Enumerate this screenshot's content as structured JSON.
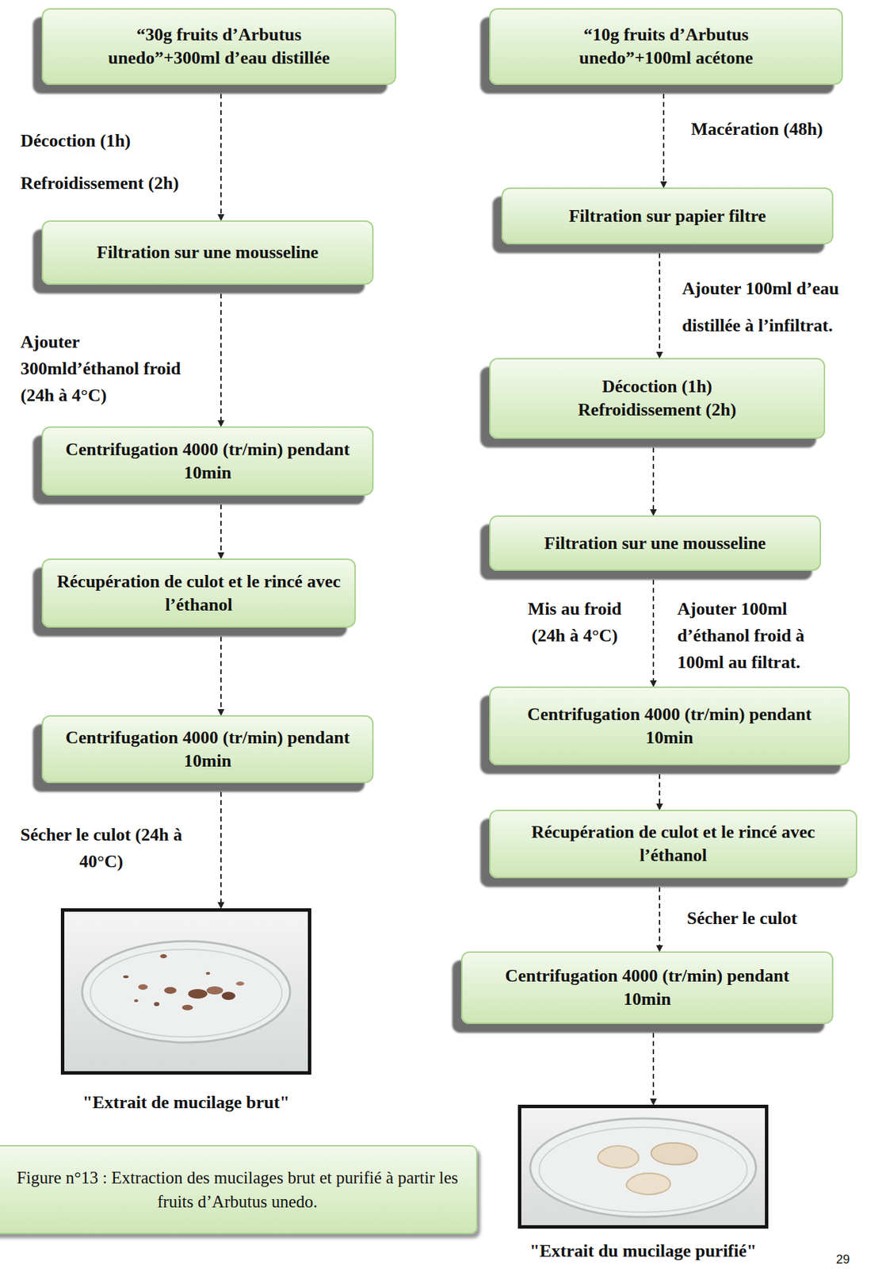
{
  "diagram": {
    "caption": "Figure n°13 : Extraction des mucilages brut et purifié à partir les fruits d’Arbutus unedo.",
    "nodes": [
      {
        "text": [
          "“30g fruits d’Arbutus unedo”+300ml d’eau distillée"
        ]
      },
      {
        "text": [
          "Filtration sur une mousseline"
        ]
      },
      {
        "text": [
          "Centrifugation 4000 (tr/min) pendant 10min"
        ]
      },
      {
        "text": [
          "Récupération de culot et le rincé avec l’éthanol"
        ]
      },
      {
        "text": [
          "Centrifugation 4000 (tr/min) pendant 10min"
        ]
      },
      {
        "text": [
          "\"Extrait de mucilage brut\""
        ]
      },
      {
        "text": [
          "“10g fruits d’Arbutus unedo”+100ml acétone"
        ]
      },
      {
        "text": [
          "Filtration sur papier filtre"
        ]
      },
      {
        "text": [
          "Décoction (1h) Refroidissement (2h)"
        ]
      },
      {
        "text": [
          "Filtration sur une mousseline"
        ]
      },
      {
        "text": [
          "Centrifugation 4000 (tr/min) pendant 10min"
        ]
      },
      {
        "text": [
          "Récupération de culot et le rincé avec l’éthanol"
        ]
      },
      {
        "text": [
          "Centrifugation 4000 (tr/min) pendant 10min"
        ]
      },
      {
        "text": [
          "\"Extrait du mucilage purifié\""
        ]
      }
    ],
    "edges": [
      {
        "from": 0,
        "to": 1,
        "arrow": "to",
        "label": "Décoction (1h) Refroidissement (2h)"
      },
      {
        "from": 1,
        "to": 2,
        "arrow": "to",
        "label": "Ajouter 300mld’éthanol froid (24h à 4°C)"
      },
      {
        "from": 2,
        "to": 3,
        "arrow": "to"
      },
      {
        "from": 3,
        "to": 4,
        "arrow": "to"
      },
      {
        "from": 4,
        "to": 5,
        "arrow": "to",
        "label": "Sécher le culot (24h à 40°C)"
      },
      {
        "from": 6,
        "to": 7,
        "arrow": "to",
        "label": "Macération (48h)"
      },
      {
        "from": 7,
        "to": 8,
        "arrow": "to",
        "label": "Ajouter 100ml d’eau distillée à l’infiltrat."
      },
      {
        "from": 8,
        "to": 9,
        "arrow": "to"
      },
      {
        "from": 9,
        "to": 10,
        "arrow": "to",
        "label": "Ajouter 100ml d’éthanol froid à 100ml au filtrat."
      },
      {
        "from": 10,
        "to": 11,
        "arrow": "to"
      },
      {
        "from": 11,
        "to": 12,
        "arrow": "to",
        "label": "Sécher le culot"
      },
      {
        "from": 12,
        "to": 13,
        "arrow": "to"
      }
    ],
    "labels": [
      "Mis au froid (24h à 4°C)",
      "29"
    ]
  }
}
